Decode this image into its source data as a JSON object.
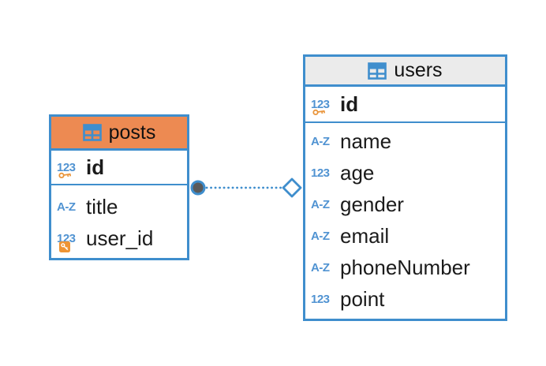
{
  "colors": {
    "border_blue": "#3F8ECD",
    "icon_blue": "#5093D2",
    "posts_header_orange": "#ED8A52",
    "users_header_gray": "#EBEBEB",
    "primary_key_orange": "#E9953B",
    "foreign_key_badge_orange": "#EE9434",
    "connector_dot_gray": "#5A5A5A",
    "text": "#1B1B1B"
  },
  "tables": [
    {
      "name": "posts",
      "fields": [
        {
          "name": "id",
          "icon_label": "123",
          "key": "primary"
        },
        {
          "name": "title",
          "icon_label": "A-Z",
          "key": null
        },
        {
          "name": "user_id",
          "icon_label": "123",
          "key": "foreign"
        }
      ]
    },
    {
      "name": "users",
      "fields": [
        {
          "name": "id",
          "icon_label": "123",
          "key": "primary"
        },
        {
          "name": "name",
          "icon_label": "A-Z",
          "key": null
        },
        {
          "name": "age",
          "icon_label": "123",
          "key": null
        },
        {
          "name": "gender",
          "icon_label": "A-Z",
          "key": null
        },
        {
          "name": "email",
          "icon_label": "A-Z",
          "key": null
        },
        {
          "name": "phoneNumber",
          "icon_label": "A-Z",
          "key": null
        },
        {
          "name": "point",
          "icon_label": "123",
          "key": null
        }
      ]
    }
  ],
  "relationship": {
    "from_table": "posts",
    "from_marker": "filled-circle",
    "to_table": "users",
    "to_marker": "hollow-diamond",
    "line_style": "dotted"
  }
}
